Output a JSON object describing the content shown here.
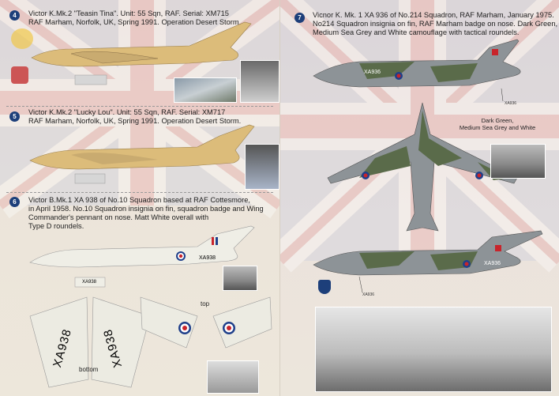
{
  "left_page": {
    "entries": [
      {
        "number": "4",
        "text_line1": "Victor K.Mk.2 \"Teasin Tina\". Unit: 55 Sqn, RAF. Serial: XM715",
        "text_line2": "RAF Marham, Norfolk, UK, Spring 1991. Operation Desert Storm."
      },
      {
        "number": "5",
        "text_line1": "Victor K.Mk.2 \"Lucky Lou\". Unit: 55 Sqn, RAF. Serial: XM717",
        "text_line2": "RAF Marham, Norfolk, UK, Spring 1991. Operation Desert Storm."
      },
      {
        "number": "6",
        "text_lines": [
          "Victor B.Mk.1 XA 938 of No.10 Squadron based at RAF Cottesmore,",
          "in April 1958. No.10 Squadron insignia on fin, squadron badge and Wing",
          "Commander's pennant on nose. Matt White overall with",
          "Type D roundels."
        ]
      }
    ],
    "serial_fuselage": "XA938",
    "serial_door": "XA938",
    "wing_serial_left": "XA938",
    "wing_serial_right": "XA938",
    "label_top": "top",
    "label_bottom": "bottom"
  },
  "right_page": {
    "entry": {
      "number": "7",
      "text_lines": [
        "Vicnor K. Mk. 1 XA 936 of No.214 Squadron, RAF Marham, January 1975.",
        "No214 Squadron insignia on fin, RAF Marham badge on nose. Dark Green,",
        "Medium Sea Grey and White camouflage with tactical roundels."
      ]
    },
    "serial_top": "XA936",
    "serial_callout_1": "XA936",
    "serial_callout_2": "XA936",
    "serial_side": "XA936",
    "colour_note_line1": "Dark Green,",
    "colour_note_line2": "Medium Sea Grey and White"
  },
  "colors": {
    "badge": "#1d3f7a",
    "desert_pink": "#dcbc7a",
    "camo_green": "#5a6b4a",
    "camo_grey": "#8d9397",
    "roundel_red": "#c8242b",
    "roundel_blue": "#1f3f8a"
  }
}
